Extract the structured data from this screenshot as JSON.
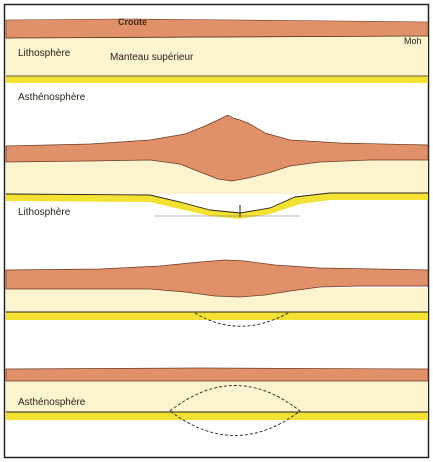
{
  "labels": {
    "crust": "Croûte",
    "moho": "Moh",
    "lithosphere_top": "Lithosphère",
    "upper_mantle": "Manteau supérieur",
    "asthenosphere_top": "Asthénosphère",
    "lithosphere_mid": "Lithosphère",
    "asthenosphere_bottom": "Asthénosphère"
  },
  "colors": {
    "crust": "#e0916a",
    "crust_edge": "#6b3a22",
    "mantle_pale": "#fbf4cf",
    "yellow_band": "#f3e232",
    "outline": "#2a2418"
  }
}
